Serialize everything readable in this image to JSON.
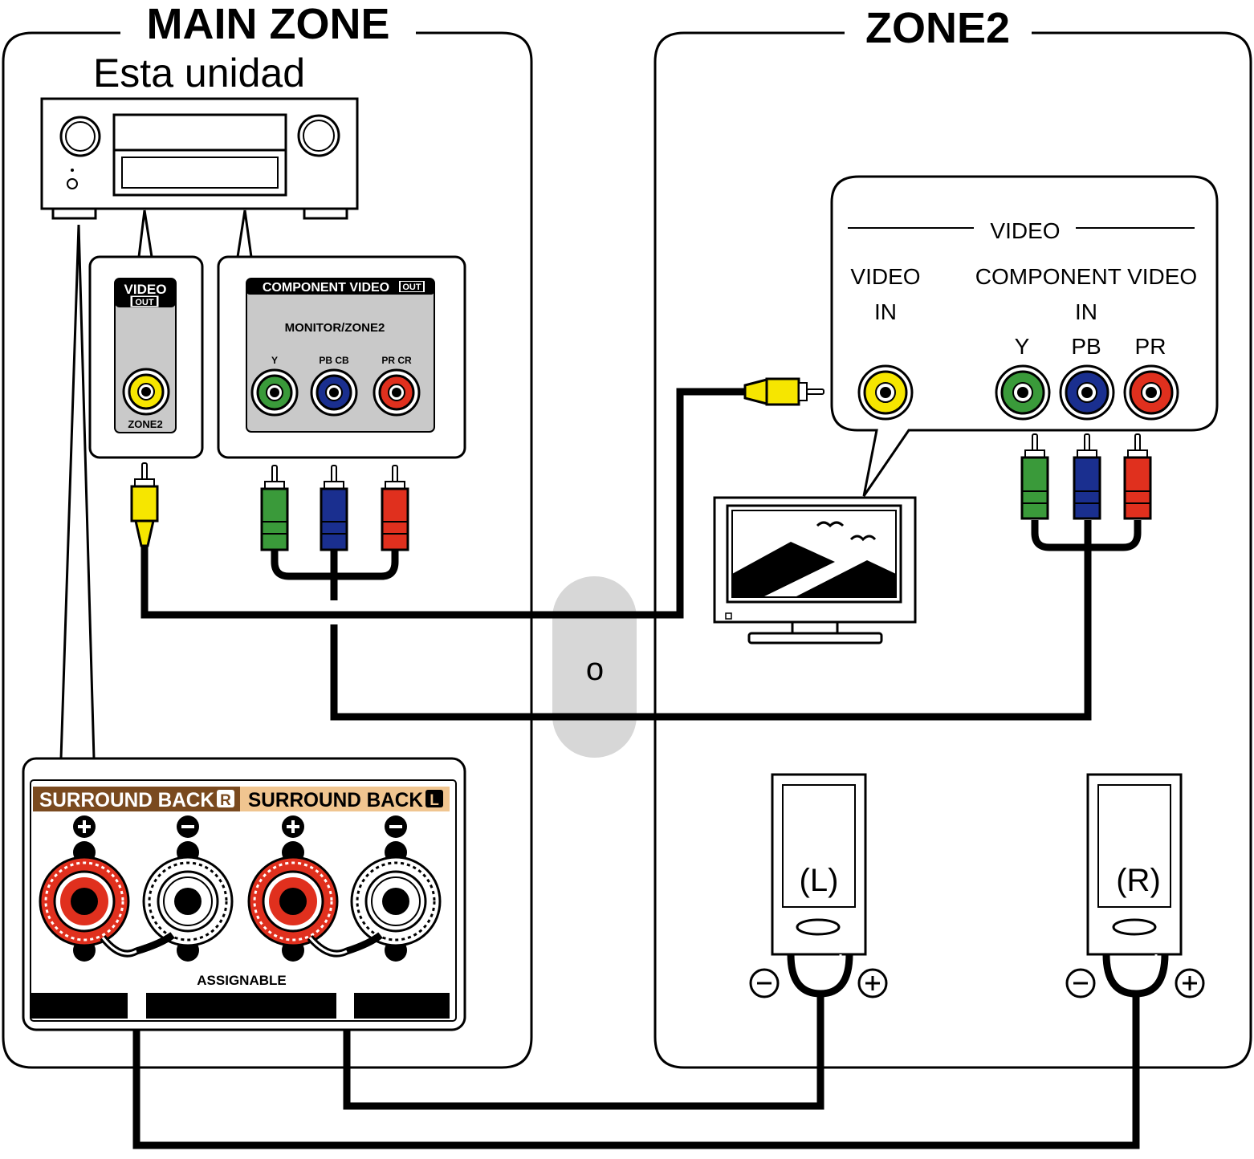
{
  "main_zone": {
    "title": "MAIN ZONE",
    "unit_label": "Esta unidad"
  },
  "zone2": {
    "title": "ZONE2"
  },
  "video_out_panel": {
    "title": "VIDEO",
    "badge": "OUT",
    "jack_label": "ZONE2"
  },
  "component_out_panel": {
    "title": "COMPONENT VIDEO",
    "badge": "OUT",
    "subtitle": "MONITOR/ZONE2",
    "y_label": "Y",
    "pb_label": "PB CB",
    "pr_label": "PR CR"
  },
  "tv_inputs": {
    "section": "VIDEO",
    "video_in_line1": "VIDEO",
    "video_in_line2": "IN",
    "component_line1": "COMPONENT VIDEO",
    "component_line2": "IN",
    "y": "Y",
    "pb": "PB",
    "pr": "PR"
  },
  "or_label": "o",
  "speaker_panel": {
    "sb_r": "SURROUND BACK",
    "sb_r_tag": "R",
    "sb_l": "SURROUND BACK",
    "sb_l_tag": "L",
    "assignable": "ASSIGNABLE"
  },
  "speakers": {
    "left": "(L)",
    "right": "(R)"
  },
  "colors": {
    "video_yellow": "#f6e600",
    "y_green": "#3a9a3a",
    "pb_blue": "#1a2f8f",
    "pr_red": "#e0301e",
    "panel_gray": "#c9c9c9",
    "sb_r_bg": "#7a4a1f",
    "sb_l_bg": "#f0c590"
  }
}
